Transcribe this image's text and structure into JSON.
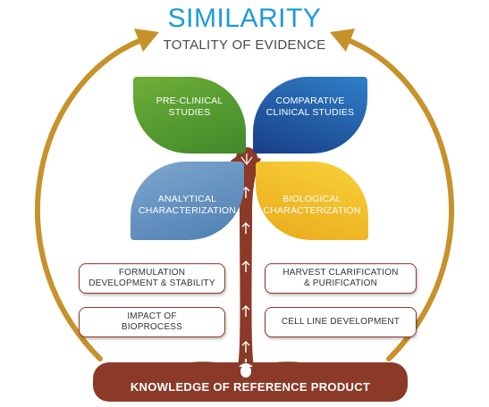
{
  "header": {
    "title": "SIMILARITY",
    "subtitle": "TOTALITY OF EVIDENCE"
  },
  "leaves": {
    "pre_clinical": [
      "PRE-CLINICAL",
      "STUDIES"
    ],
    "comparative": [
      "COMPARATIVE",
      "CLINICAL STUDIES"
    ],
    "analytical": [
      "ANALYTICAL",
      "CHARACTERIZATION"
    ],
    "biological": [
      "BIOLOGICAL",
      "CHARACTERIZATION"
    ]
  },
  "boxes": {
    "formulation": [
      "FORMULATION",
      "DEVELOPMENT & STABILITY"
    ],
    "harvest": [
      "HARVEST CLARIFICATION",
      "& PURIFICATION"
    ],
    "bioprocess": [
      "IMPACT OF",
      "BIOPROCESS"
    ],
    "cell_line": "CELL LINE DEVELOPMENT"
  },
  "base": {
    "label": "KNOWLEDGE OF REFERENCE PRODUCT"
  },
  "colors": {
    "title": "#1a9bd7",
    "arc": "#c8922a",
    "trunk": "#8b3a28",
    "leaf_green": "#4f9a2f",
    "leaf_blue": "#1f5aa6",
    "leaf_light_blue": "#6a94c2",
    "leaf_yellow": "#f2bd28"
  },
  "icons": [
    "arrow-up-icon",
    "acorn-icon",
    "branch-icon"
  ]
}
